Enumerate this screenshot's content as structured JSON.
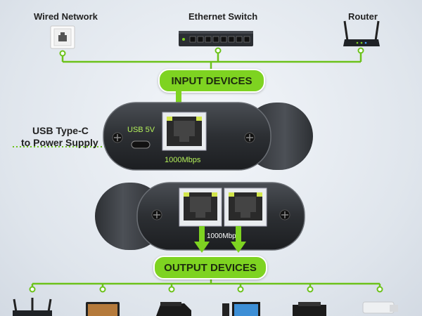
{
  "network": {
    "wired_label": "Wired Network",
    "switch_label": "Ethernet Switch",
    "router_label": "Router"
  },
  "badges": {
    "input": "INPUT DEVICES",
    "output": "OUTPUT DEVICES"
  },
  "power": {
    "line1": "USB Type-C",
    "line2": "to Power Supply"
  },
  "device": {
    "usb_label": "USB 5V",
    "speed_top": "1000Mbps",
    "speed_bottom": "1000Mbps"
  },
  "colors": {
    "accent": "#7ed321",
    "line": "#6cc21a",
    "device_body": "#3a3d42"
  },
  "output_devices": [
    "router-icon",
    "laptop-icon",
    "printer-icon",
    "desktop-icon",
    "printer-icon",
    "camera-icon"
  ]
}
